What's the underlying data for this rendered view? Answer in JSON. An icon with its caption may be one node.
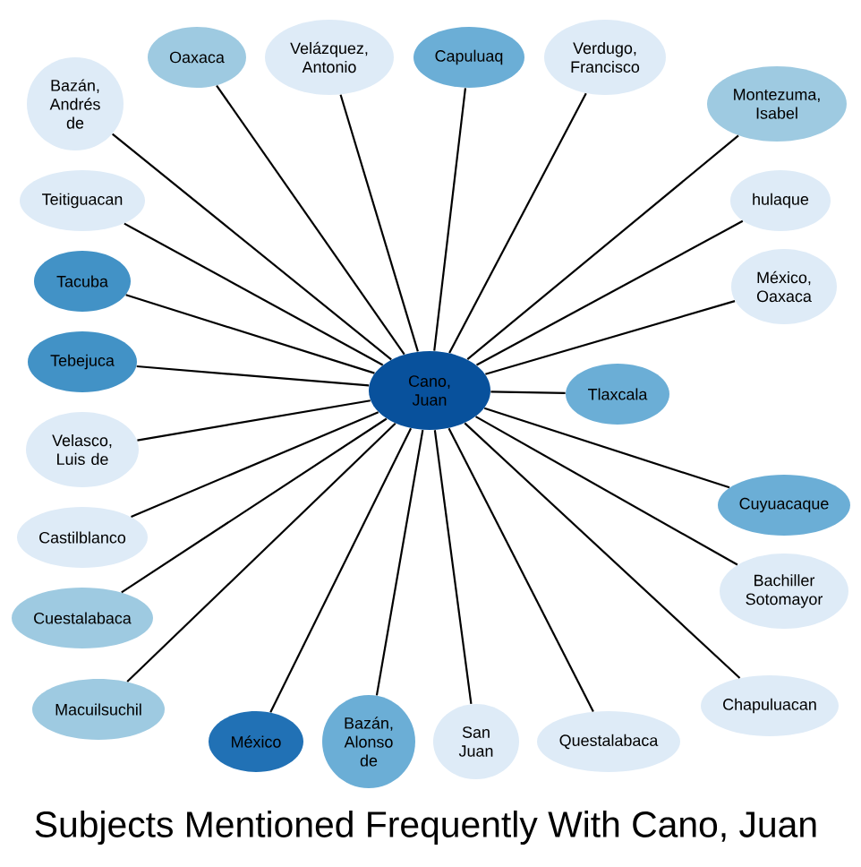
{
  "diagram": {
    "title": "Subjects Mentioned Frequently With Cano, Juan",
    "nodes": [
      {
        "text": [
          "Velázquez, Antonio"
        ]
      },
      {
        "text": [
          "Verdugo, Francisco"
        ]
      },
      {
        "text": [
          "Bazán, Andrés de"
        ]
      },
      {
        "text": [
          "Oaxaca"
        ]
      },
      {
        "text": [
          "Capuluaq"
        ]
      },
      {
        "text": [
          "Montezuma, Isabel"
        ]
      },
      {
        "text": [
          "hulaque"
        ]
      },
      {
        "text": [
          "Teitiguacan"
        ]
      },
      {
        "text": [
          "Tacuba"
        ]
      },
      {
        "text": [
          "Cano, Juan"
        ]
      },
      {
        "text": [
          "Velasco, Luis de"
        ]
      },
      {
        "text": [
          "Tebejuca"
        ]
      },
      {
        "text": [
          "Tlaxcala"
        ]
      },
      {
        "text": [
          "México, Oaxaca"
        ]
      },
      {
        "text": [
          "México"
        ]
      },
      {
        "text": [
          "Bachiller Sotomayor"
        ]
      },
      {
        "text": [
          "Castilblanco"
        ]
      },
      {
        "text": [
          "Cuestalabaca"
        ]
      },
      {
        "text": [
          "Cuyuacaque"
        ]
      },
      {
        "text": [
          "Bazán, Alonso de"
        ]
      },
      {
        "text": [
          "Macuilsuchil"
        ]
      },
      {
        "text": [
          "Chapuluacan"
        ]
      },
      {
        "text": [
          "Questalabaca"
        ]
      },
      {
        "text": [
          "San Juan"
        ]
      }
    ],
    "edges": [
      {
        "from": 9,
        "to": 0,
        "arrow": "none"
      },
      {
        "from": 9,
        "to": 1,
        "arrow": "none"
      },
      {
        "from": 9,
        "to": 2,
        "arrow": "none"
      },
      {
        "from": 9,
        "to": 3,
        "arrow": "none"
      },
      {
        "from": 9,
        "to": 4,
        "arrow": "none"
      },
      {
        "from": 9,
        "to": 5,
        "arrow": "none"
      },
      {
        "from": 9,
        "to": 6,
        "arrow": "none"
      },
      {
        "from": 9,
        "to": 7,
        "arrow": "none"
      },
      {
        "from": 9,
        "to": 8,
        "arrow": "none"
      },
      {
        "from": 9,
        "to": 10,
        "arrow": "none"
      },
      {
        "from": 9,
        "to": 11,
        "arrow": "none"
      },
      {
        "from": 9,
        "to": 12,
        "arrow": "none"
      },
      {
        "from": 9,
        "to": 13,
        "arrow": "none"
      },
      {
        "from": 9,
        "to": 14,
        "arrow": "none"
      },
      {
        "from": 9,
        "to": 15,
        "arrow": "none"
      },
      {
        "from": 9,
        "to": 16,
        "arrow": "none"
      },
      {
        "from": 9,
        "to": 17,
        "arrow": "none"
      },
      {
        "from": 9,
        "to": 18,
        "arrow": "none"
      },
      {
        "from": 9,
        "to": 19,
        "arrow": "none"
      },
      {
        "from": 9,
        "to": 20,
        "arrow": "none"
      },
      {
        "from": 9,
        "to": 21,
        "arrow": "none"
      },
      {
        "from": 9,
        "to": 22,
        "arrow": "none"
      },
      {
        "from": 9,
        "to": 23,
        "arrow": "none"
      }
    ]
  }
}
